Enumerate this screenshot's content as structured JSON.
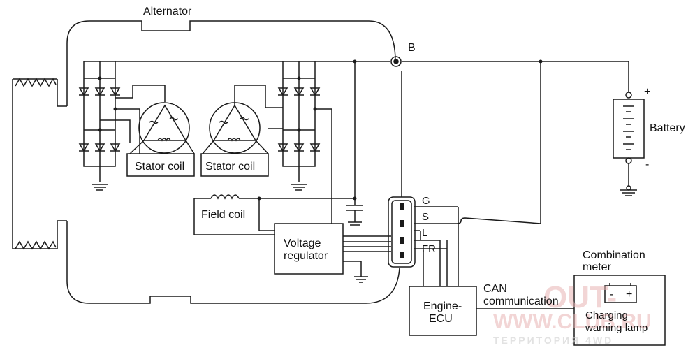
{
  "labels": {
    "alternator": "Alternator",
    "b_terminal": "B",
    "battery": "Battery",
    "battery_plus": "+",
    "battery_minus": "-",
    "stator_coil_1": "Stator coil",
    "stator_coil_2": "Stator coil",
    "field_coil": "Field coil",
    "voltage_regulator_1": "Voltage",
    "voltage_regulator_2": "regulator",
    "pin_g": "G",
    "pin_s": "S",
    "pin_l": "L",
    "pin_fr": "FR",
    "engine_ecu_1": "Engine-",
    "engine_ecu_2": "ECU",
    "can_1": "CAN",
    "can_2": "communication",
    "combination_meter_1": "Combination",
    "combination_meter_2": "meter",
    "lamp_1": "Charging",
    "lamp_2": "warning lamp",
    "lamp_icon_minus": "-",
    "lamp_icon_plus": "+"
  },
  "watermark": {
    "line1": "OUT-",
    "line2": "WWW.CLUB.RU",
    "line3": "ТЕРРИТОРИЯ 4WD"
  }
}
